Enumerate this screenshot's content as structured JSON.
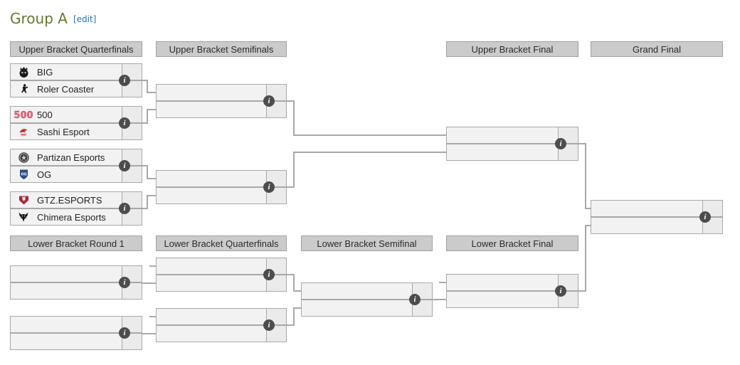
{
  "page": {
    "title": "Group A",
    "edit_link": "[edit]"
  },
  "headers": {
    "upper_quarterfinals": "Upper Bracket Quarterfinals",
    "upper_semifinals": "Upper Bracket Semifinals",
    "upper_final": "Upper Bracket Final",
    "grand_final": "Grand Final",
    "lower_round1": "Lower Bracket Round 1",
    "lower_quarterfinals": "Lower Bracket Quarterfinals",
    "lower_semifinal": "Lower Bracket Semifinal",
    "lower_final": "Lower Bracket Final"
  },
  "bracket": {
    "ub_quarterfinals": [
      {
        "top": {
          "name": "BIG",
          "logo": "big-logo-icon",
          "score": ""
        },
        "bottom": {
          "name": "Roler Coaster",
          "logo": "roler-coaster-logo-icon",
          "score": ""
        }
      },
      {
        "top": {
          "name": "500",
          "logo": "500-logo-icon",
          "score": ""
        },
        "bottom": {
          "name": "Sashi Esport",
          "logo": "sashi-esport-logo-icon",
          "score": ""
        }
      },
      {
        "top": {
          "name": "Partizan Esports",
          "logo": "partizan-esports-logo-icon",
          "score": ""
        },
        "bottom": {
          "name": "OG",
          "logo": "og-logo-icon",
          "score": ""
        }
      },
      {
        "top": {
          "name": "GTZ.ESPORTS",
          "logo": "gtz-esports-logo-icon",
          "score": ""
        },
        "bottom": {
          "name": "Chimera Esports",
          "logo": "chimera-esports-logo-icon",
          "score": ""
        }
      }
    ]
  },
  "icons": {
    "info_glyph": "i"
  },
  "colors": {
    "title_green": "#627b31",
    "link_blue": "#2a6ebb",
    "line_gray": "#a8a8a8",
    "box_fill": "#f2f2f2",
    "score_fill": "#ebebeb",
    "header_fill": "#cbcbcb",
    "border_gray": "#a0a0a0",
    "info_bg": "#4d4d4d"
  }
}
